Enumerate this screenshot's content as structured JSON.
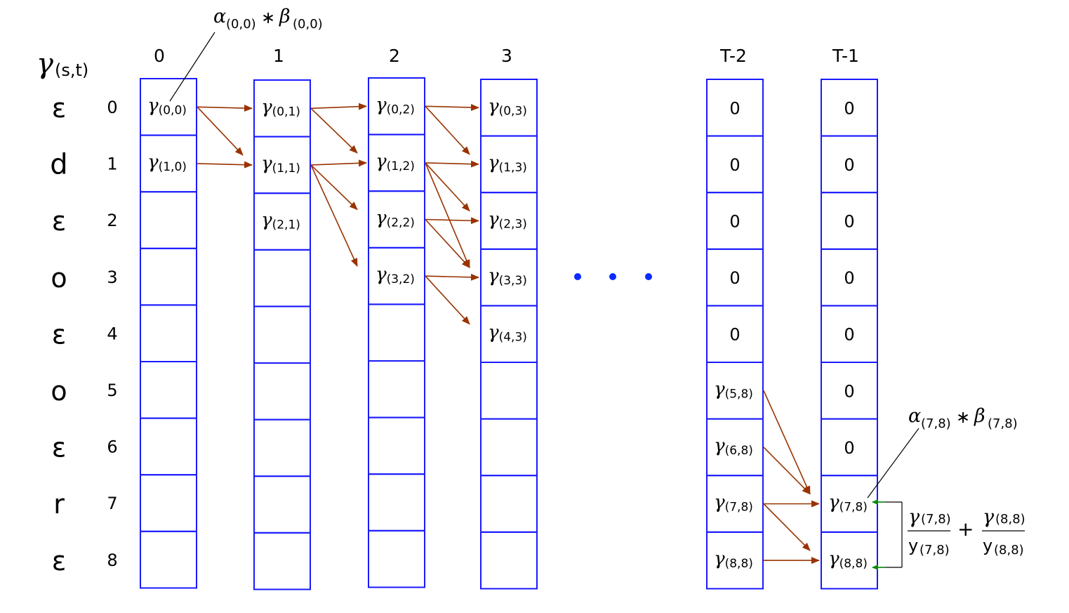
{
  "matrix_label": {
    "symbol": "γ",
    "subscript": "(s,t)"
  },
  "time_headers": [
    "0",
    "1",
    "2",
    "3",
    "T-2",
    "T-1"
  ],
  "row_symbols": [
    "ε",
    "d",
    "ε",
    "o",
    "ε",
    "o",
    "ε",
    "r",
    "ε"
  ],
  "row_indices": [
    "0",
    "1",
    "2",
    "3",
    "4",
    "5",
    "6",
    "7",
    "8"
  ],
  "columns": [
    {
      "header": "0",
      "cells": [
        {
          "row": 0,
          "sym": "γ",
          "sub": "(0,0)"
        },
        {
          "row": 1,
          "sym": "γ",
          "sub": "(1,0)"
        }
      ]
    },
    {
      "header": "1",
      "cells": [
        {
          "row": 0,
          "sym": "γ",
          "sub": "(0,1)"
        },
        {
          "row": 1,
          "sym": "γ",
          "sub": "(1,1)"
        },
        {
          "row": 2,
          "sym": "γ",
          "sub": "(2,1)"
        }
      ]
    },
    {
      "header": "2",
      "cells": [
        {
          "row": 0,
          "sym": "γ",
          "sub": "(0,2)"
        },
        {
          "row": 1,
          "sym": "γ",
          "sub": "(1,2)"
        },
        {
          "row": 2,
          "sym": "γ",
          "sub": "(2,2)"
        },
        {
          "row": 3,
          "sym": "γ",
          "sub": "(3,2)"
        }
      ]
    },
    {
      "header": "3",
      "cells": [
        {
          "row": 0,
          "sym": "γ",
          "sub": "(0,3)"
        },
        {
          "row": 1,
          "sym": "γ",
          "sub": "(1,3)"
        },
        {
          "row": 2,
          "sym": "γ",
          "sub": "(2,3)"
        },
        {
          "row": 3,
          "sym": "γ",
          "sub": "(3,3)"
        },
        {
          "row": 4,
          "sym": "γ",
          "sub": "(4,3)"
        }
      ]
    },
    {
      "header": "T-2",
      "cells": [
        {
          "row": 0,
          "text": "0"
        },
        {
          "row": 1,
          "text": "0"
        },
        {
          "row": 2,
          "text": "0"
        },
        {
          "row": 3,
          "text": "0"
        },
        {
          "row": 4,
          "text": "0"
        },
        {
          "row": 5,
          "sym": "γ",
          "sub": "(5,8)"
        },
        {
          "row": 6,
          "sym": "γ",
          "sub": "(6,8)"
        },
        {
          "row": 7,
          "sym": "γ",
          "sub": "(7,8)"
        },
        {
          "row": 8,
          "sym": "γ",
          "sub": "(8,8)"
        }
      ]
    },
    {
      "header": "T-1",
      "cells": [
        {
          "row": 0,
          "text": "0"
        },
        {
          "row": 1,
          "text": "0"
        },
        {
          "row": 2,
          "text": "0"
        },
        {
          "row": 3,
          "text": "0"
        },
        {
          "row": 4,
          "text": "0"
        },
        {
          "row": 5,
          "text": "0"
        },
        {
          "row": 6,
          "text": "0"
        },
        {
          "row": 7,
          "sym": "γ",
          "sub": "(7,8)"
        },
        {
          "row": 8,
          "sym": "γ",
          "sub": "(8,8)"
        }
      ]
    }
  ],
  "annotations": {
    "top": {
      "a": "α",
      "a_sub": "(0,0)",
      "op": "∗",
      "b": "β",
      "b_sub": "(0,0)"
    },
    "bottom": {
      "a": "α",
      "a_sub": "(7,8)",
      "op": "∗",
      "b": "β",
      "b_sub": "(7,8)"
    }
  },
  "formula": {
    "num1": "γ",
    "num1_sub": "(7,8)",
    "den1": "y",
    "den1_sub": "(7,8)",
    "plus": "+",
    "num2": "γ",
    "num2_sub": "(8,8)",
    "den2": "y",
    "den2_sub": "(8,8)"
  },
  "transitions": [
    {
      "from_col": 0,
      "from_row": 0,
      "to_col": 1,
      "to_row": 0
    },
    {
      "from_col": 0,
      "from_row": 0,
      "to_col": 1,
      "to_row": 1
    },
    {
      "from_col": 0,
      "from_row": 1,
      "to_col": 1,
      "to_row": 1
    },
    {
      "from_col": 1,
      "from_row": 0,
      "to_col": 2,
      "to_row": 0
    },
    {
      "from_col": 1,
      "from_row": 0,
      "to_col": 2,
      "to_row": 1
    },
    {
      "from_col": 1,
      "from_row": 1,
      "to_col": 2,
      "to_row": 1
    },
    {
      "from_col": 1,
      "from_row": 1,
      "to_col": 2,
      "to_row": 2
    },
    {
      "from_col": 1,
      "from_row": 1,
      "to_col": 2,
      "to_row": 3
    },
    {
      "from_col": 2,
      "from_row": 0,
      "to_col": 3,
      "to_row": 0
    },
    {
      "from_col": 2,
      "from_row": 0,
      "to_col": 3,
      "to_row": 1
    },
    {
      "from_col": 2,
      "from_row": 1,
      "to_col": 3,
      "to_row": 1
    },
    {
      "from_col": 2,
      "from_row": 1,
      "to_col": 3,
      "to_row": 2
    },
    {
      "from_col": 2,
      "from_row": 1,
      "to_col": 3,
      "to_row": 3
    },
    {
      "from_col": 2,
      "from_row": 2,
      "to_col": 3,
      "to_row": 2
    },
    {
      "from_col": 2,
      "from_row": 2,
      "to_col": 3,
      "to_row": 3
    },
    {
      "from_col": 2,
      "from_row": 3,
      "to_col": 3,
      "to_row": 3
    },
    {
      "from_col": 2,
      "from_row": 3,
      "to_col": 3,
      "to_row": 4
    },
    {
      "from_col": 4,
      "from_row": 5,
      "to_col": 5,
      "to_row": 7
    },
    {
      "from_col": 4,
      "from_row": 6,
      "to_col": 5,
      "to_row": 7
    },
    {
      "from_col": 4,
      "from_row": 7,
      "to_col": 5,
      "to_row": 7
    },
    {
      "from_col": 4,
      "from_row": 7,
      "to_col": 5,
      "to_row": 8
    },
    {
      "from_col": 4,
      "from_row": 8,
      "to_col": 5,
      "to_row": 8
    }
  ],
  "colors": {
    "grid": "#1a1aff",
    "arrow": "#993300",
    "feedback_arrow": "#0a8a0a",
    "dots": "#0a2aff",
    "text": "#000000"
  }
}
